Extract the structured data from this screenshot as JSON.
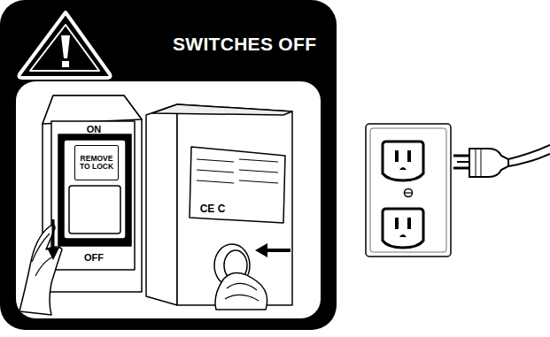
{
  "diagram": {
    "nodes": [
      {
        "text": [
          "SWITCHES OFF"
        ]
      },
      {
        "text": [
          "REMOVE TO LOCK"
        ],
        "in": 0
      }
    ],
    "labels": [
      "ON",
      "OFF",
      "CE C"
    ]
  }
}
